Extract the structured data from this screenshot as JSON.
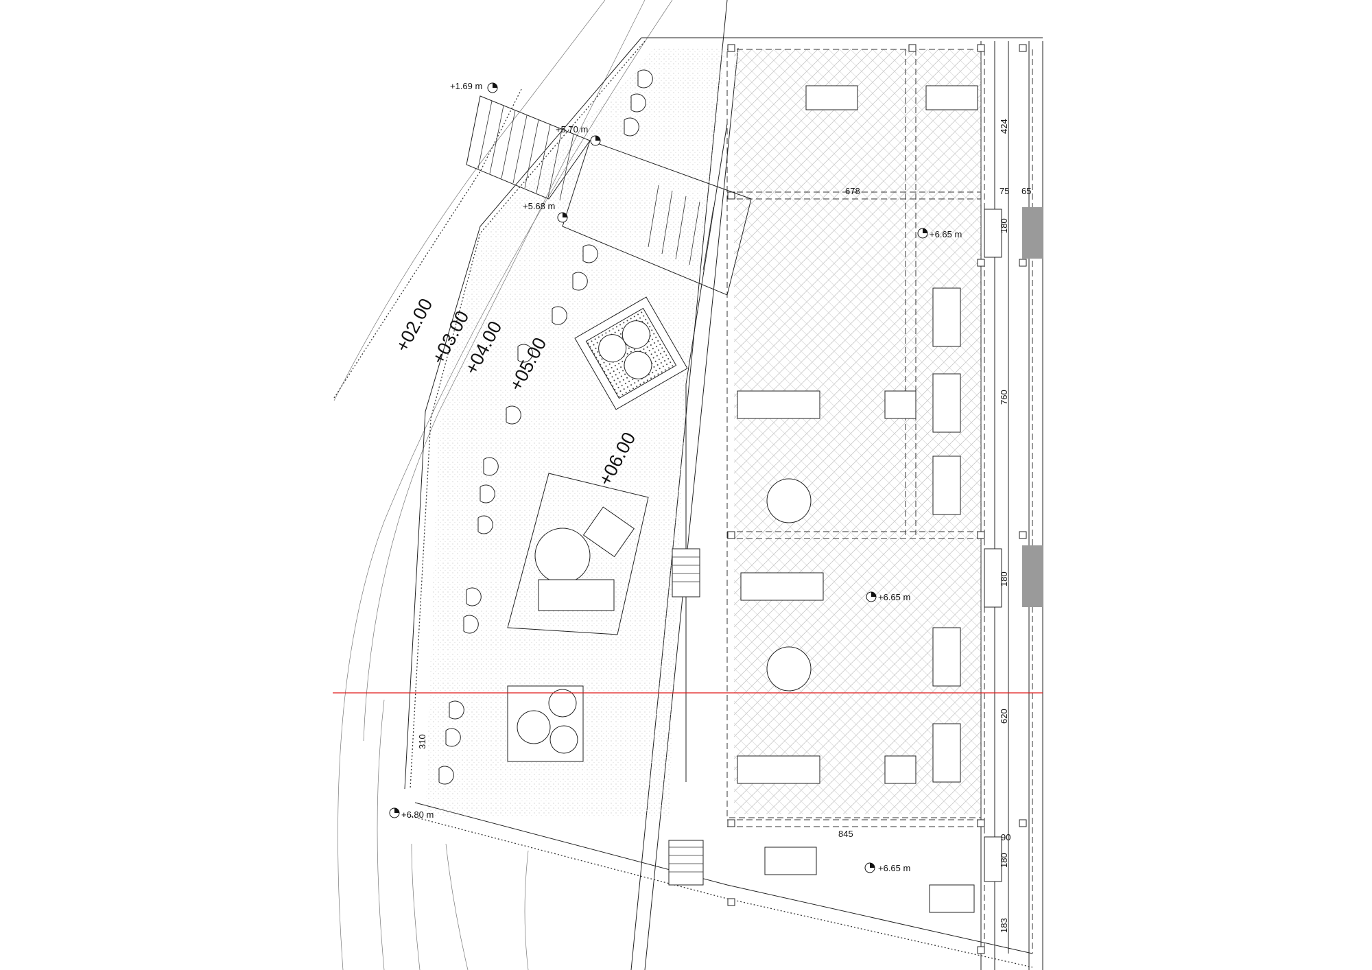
{
  "elevations": {
    "e1": "+1.69 m",
    "e2": "+5.70 m",
    "e3": "+5.68 m",
    "e4": "+6.65 m",
    "e5": "+6.65 m",
    "e6": "+6.65 m",
    "e7": "+6.80 m"
  },
  "contours": {
    "c1": "+02.00",
    "c2": "+03.00",
    "c3": "+04.00",
    "c4": "+05.00",
    "c5": "+06.00"
  },
  "dimensions": {
    "d424": "424",
    "d678": "678",
    "d75": "75",
    "d65": "65",
    "d180a": "180",
    "d760": "760",
    "d180b": "180",
    "d620": "620",
    "d310": "310",
    "d845": "845",
    "d90": "90",
    "d180c": "180",
    "d183": "183"
  },
  "colors": {
    "section_line": "#e01818",
    "ink": "#222222",
    "fill_grey": "#9a9a9a"
  }
}
